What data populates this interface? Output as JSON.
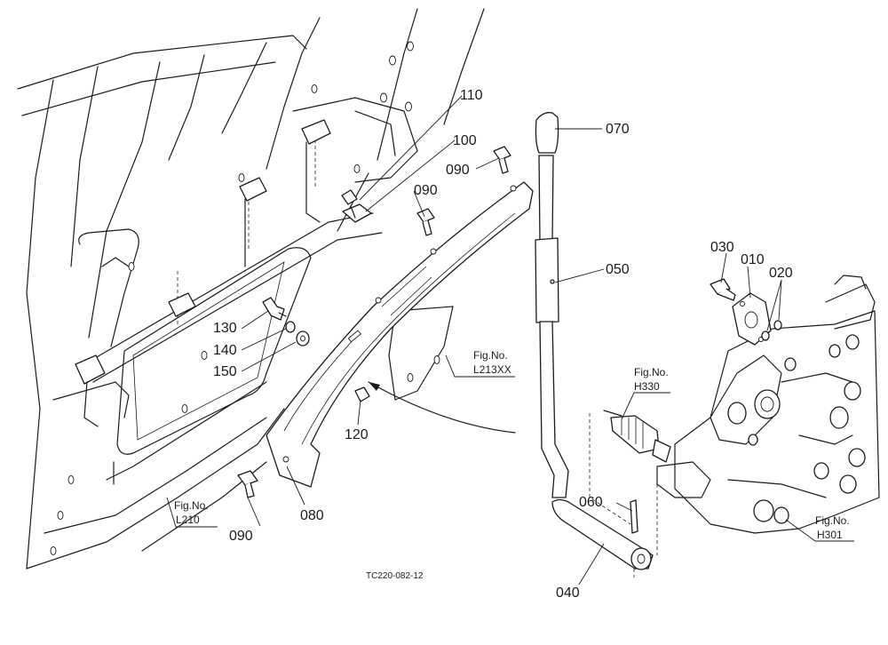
{
  "callouts": {
    "p110": "110",
    "p100": "100",
    "p090a": "090",
    "p090b": "090",
    "p090c": "090",
    "p070": "070",
    "p050": "050",
    "p030": "030",
    "p010": "010",
    "p020": "020",
    "p130": "130",
    "p140": "140",
    "p150": "150",
    "p120": "120",
    "p080": "080",
    "p060": "060",
    "p040": "040"
  },
  "figure_refs": {
    "l213xx": {
      "label": "Fig.No.",
      "code": "L213XX"
    },
    "h330": {
      "label": "Fig.No.",
      "code": "H330"
    },
    "l210": {
      "label": "Fig.No.",
      "code": "L210"
    },
    "h301": {
      "label": "Fig.No.",
      "code": "H301"
    }
  },
  "drawing_code": "TC220-082-12"
}
